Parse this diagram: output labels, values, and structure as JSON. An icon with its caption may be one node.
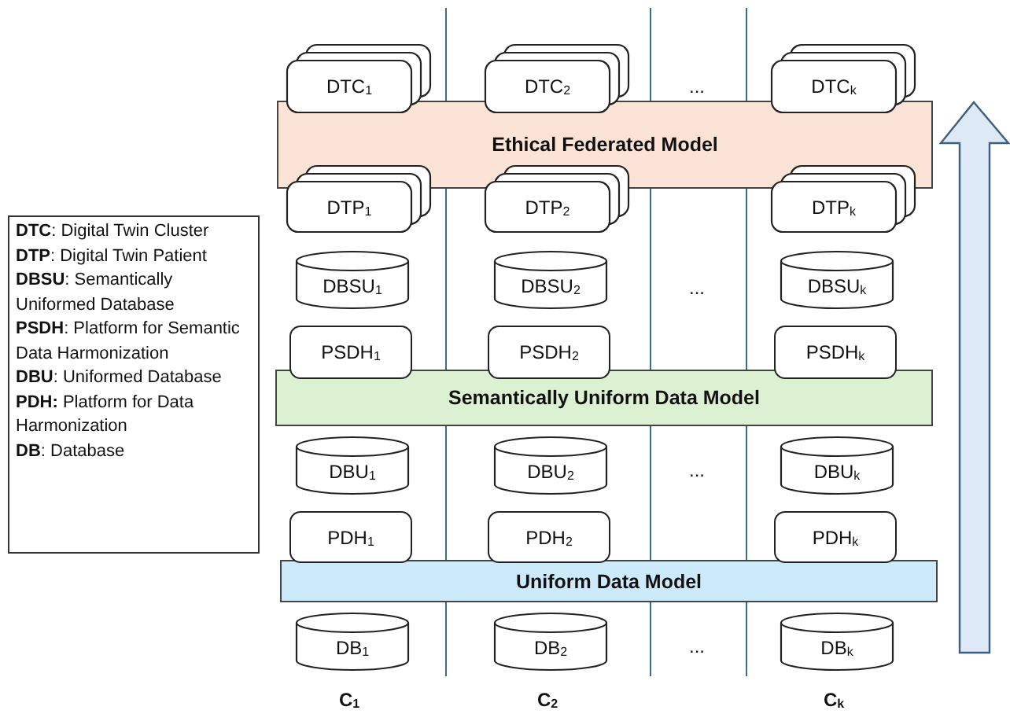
{
  "diagram": {
    "nodes": [
      {
        "text": [
          "DTC$_{1}$"
        ]
      },
      {
        "text": [
          "DTC$_{2}$"
        ]
      },
      {
        "text": [
          "DTC$_{k}$"
        ]
      },
      {
        "text": [
          "Ethical Federated Model"
        ]
      },
      {
        "text": [
          "DTP$_{1}$"
        ]
      },
      {
        "text": [
          "DTP$_{2}$"
        ]
      },
      {
        "text": [
          "DTP$_{k}$"
        ]
      },
      {
        "text": [
          "DBSU$_{1}$"
        ]
      },
      {
        "text": [
          "DBSU$_{2}$"
        ]
      },
      {
        "text": [
          "DBSU$_{k}$"
        ]
      },
      {
        "text": [
          "PSDH$_{1}$"
        ]
      },
      {
        "text": [
          "PSDH$_{2}$"
        ]
      },
      {
        "text": [
          "PSDH$_{k}$"
        ]
      },
      {
        "text": [
          "Semantically Uniform Data Model"
        ]
      },
      {
        "text": [
          "DBU$_{1}$"
        ]
      },
      {
        "text": [
          "DBU$_{2}$"
        ]
      },
      {
        "text": [
          "DBU$_{k}$"
        ]
      },
      {
        "text": [
          "PDH$_{1}$"
        ]
      },
      {
        "text": [
          "PDH$_{2}$"
        ]
      },
      {
        "text": [
          "PDH$_{k}$"
        ]
      },
      {
        "text": [
          "Uniform Data Model"
        ]
      },
      {
        "text": [
          "DB$_{1}$"
        ]
      },
      {
        "text": [
          "DB$_{2}$"
        ]
      },
      {
        "text": [
          "DB$_{k}$"
        ]
      }
    ],
    "labels": [
      "...",
      "**DTC**: Digital Twin Cluster",
      "**DTP**: Digital Twin Patient",
      "**DBSU**: Semantically Uniformed Database",
      "**PSDH**: Platform for Semantic Data Harmonization",
      "**DBU**: Uniformed Database",
      "**PDH:** Platform for Data Harmonization",
      "**DB**: Database",
      "...",
      "...",
      "...",
      "C$_{1}$",
      "C$_{2}$",
      "C$_{k}$"
    ]
  }
}
